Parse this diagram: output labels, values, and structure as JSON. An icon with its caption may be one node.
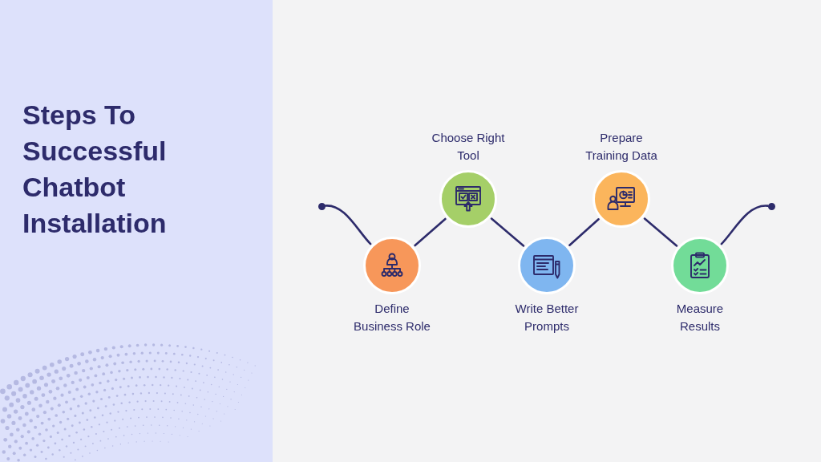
{
  "diagram": {
    "title": "Steps To Successful Chatbot Installation",
    "nodes": [
      {
        "text": [],
        "shape": "circle"
      },
      {
        "text": [
          "Define Business Role"
        ]
      },
      {
        "text": [
          "Choose Right Tool"
        ]
      },
      {
        "text": [
          "Write Better Prompts"
        ]
      },
      {
        "text": [
          "Prepare Training Data"
        ]
      },
      {
        "text": [
          "Measure Results"
        ]
      },
      {
        "text": [],
        "shape": "circle"
      }
    ],
    "edges": [
      {
        "from": 0,
        "to": 1,
        "arrow": "none"
      },
      {
        "from": 1,
        "to": 2,
        "arrow": "none"
      },
      {
        "from": 2,
        "to": 3,
        "arrow": "none"
      },
      {
        "from": 3,
        "to": 4,
        "arrow": "none"
      },
      {
        "from": 4,
        "to": 5,
        "arrow": "none"
      },
      {
        "from": 5,
        "to": 6,
        "arrow": "none"
      }
    ]
  }
}
